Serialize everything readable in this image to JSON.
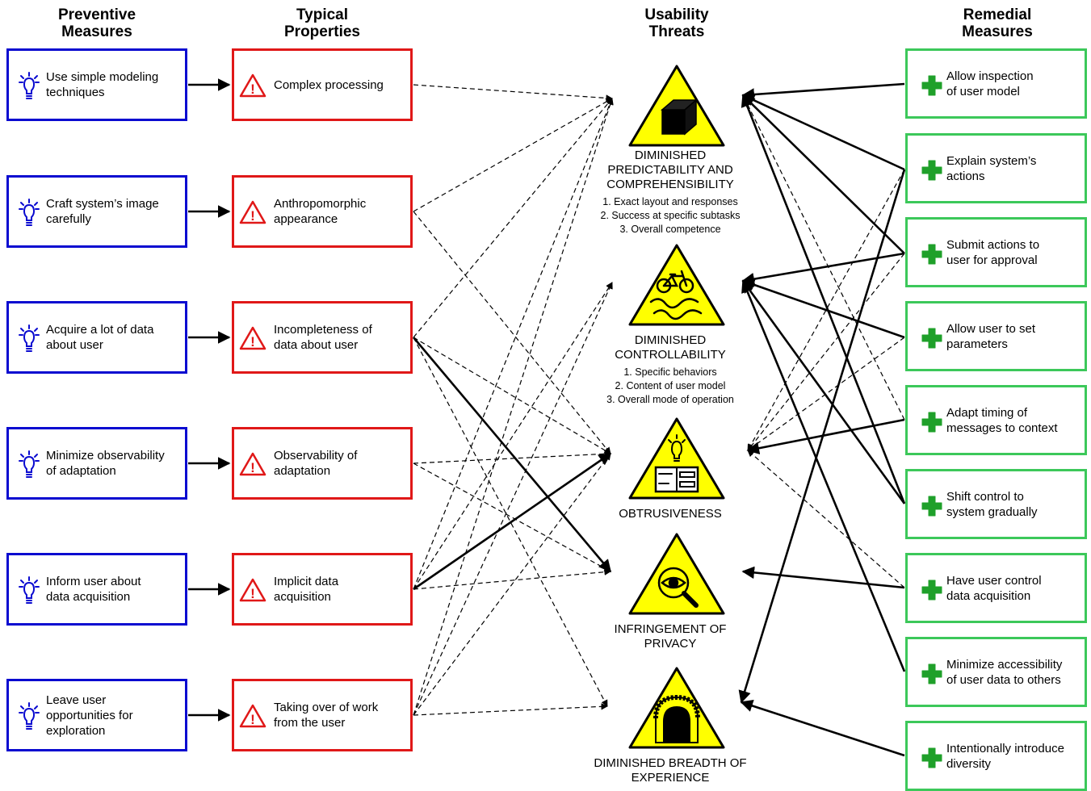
{
  "headers": {
    "preventive": "Preventive\nMeasures",
    "properties": "Typical\nProperties",
    "threats": "Usability\nThreats",
    "remedial": "Remedial\nMeasures"
  },
  "preventive": [
    "Use simple modeling\ntechniques",
    "Craft system’s image\ncarefully",
    "Acquire a lot of data\nabout user",
    "Minimize observability\nof adaptation",
    "Inform user about\ndata acquisition",
    "Leave user\nopportunities for\nexploration"
  ],
  "properties": [
    "Complex processing",
    "Anthropomorphic\nappearance",
    "Incompleteness of\ndata about user",
    "Observability of\nadaptation",
    "Implicit data\nacquisition",
    "Taking over of work\nfrom the user"
  ],
  "threats": [
    {
      "title": "DIMINISHED\nPREDICTABILITY AND\nCOMPREHENSIBILITY",
      "subs": [
        "1. Exact layout and responses",
        "2. Success at specific subtasks",
        "3. Overall competence"
      ],
      "icon": "black-box-icon"
    },
    {
      "title": "DIMINISHED\nCONTROLLABILITY",
      "subs": [
        "1. Specific behaviors",
        "2. Content of user model",
        "3. Overall mode of operation"
      ],
      "icon": "bicycle-slippery-road-icon"
    },
    {
      "title": "OBTRUSIVENESS",
      "subs": [],
      "icon": "lightbulb-message-icon"
    },
    {
      "title": "INFRINGEMENT OF\nPRIVACY",
      "subs": [],
      "icon": "eye-magnifier-icon"
    },
    {
      "title": "DIMINISHED BREADTH OF\nEXPERIENCE",
      "subs": [],
      "icon": "tunnel-icon"
    }
  ],
  "remedial": [
    "Allow inspection\nof user model",
    "Explain system’s\nactions",
    "Submit actions to\nuser for approval",
    "Allow user to set\nparameters",
    "Adapt timing of\nmessages to context",
    "Shift control to\nsystem gradually",
    "Have user control\ndata acquisition",
    "Minimize accessibility\nof user data to others",
    "Intentionally introduce\ndiversity"
  ],
  "colors": {
    "preventive_border": "#0a0ad0",
    "property_border": "#e01818",
    "remedial_border": "#3cc85a",
    "warning_yellow": "#ffff00",
    "plus_green": "#1fa02a"
  }
}
